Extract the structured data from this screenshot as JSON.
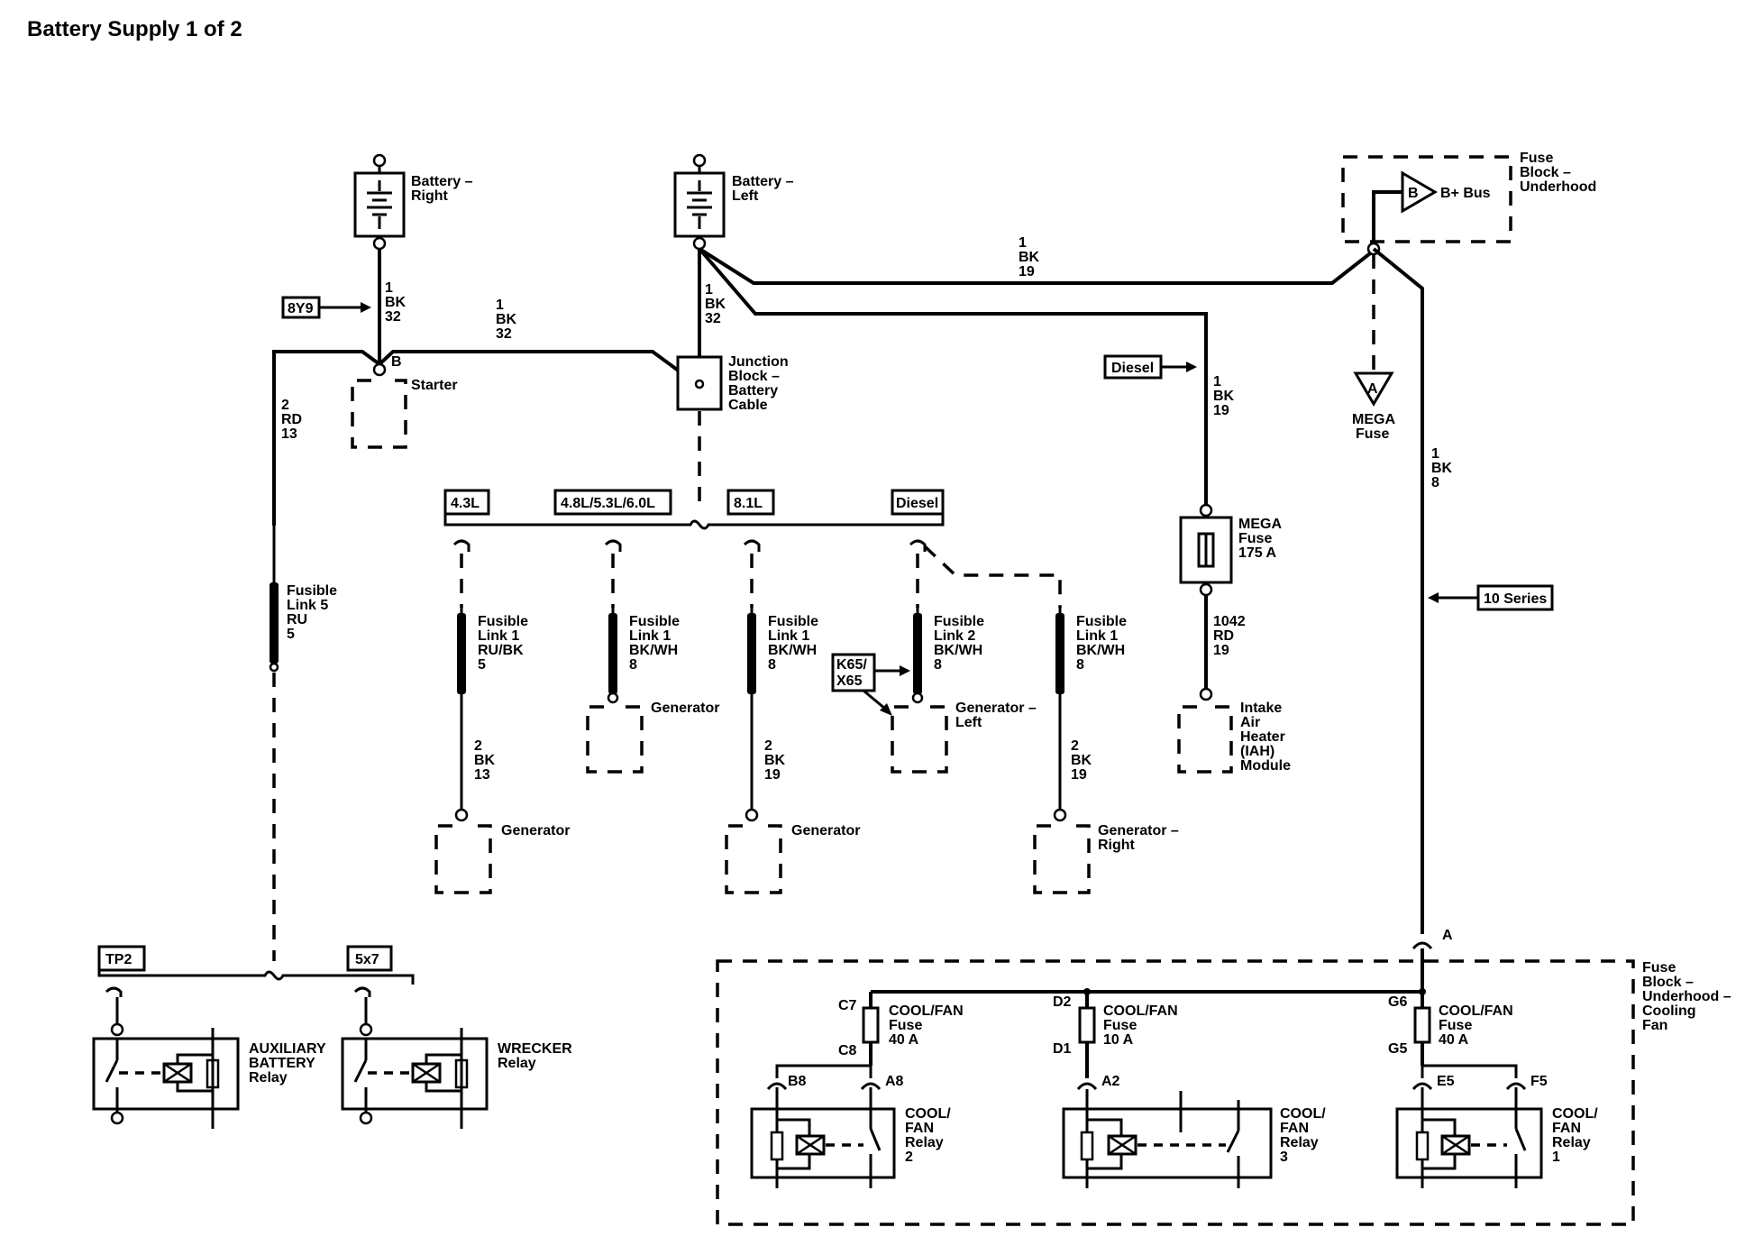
{
  "title": "Battery Supply 1 of 2",
  "batteries": {
    "right": [
      "Battery –",
      "Right"
    ],
    "left": [
      "Battery –",
      "Left"
    ]
  },
  "wires": {
    "batt_right_down": [
      "1",
      "BK",
      "32"
    ],
    "batt_right_to_junction": [
      "1",
      "BK",
      "32"
    ],
    "batt_left_down": [
      "1",
      "BK",
      "32"
    ],
    "batt_left_to_fuse_block": [
      "1",
      "BK",
      "19"
    ],
    "to_mega_fuse": [
      "1",
      "BK",
      "19"
    ],
    "starter_to_fusible_5": [
      "2",
      "RD",
      "13"
    ],
    "fuse_block_down": [
      "1",
      "BK",
      "8"
    ],
    "mega_to_iah": [
      "1042",
      "RD",
      "19"
    ],
    "gen_43": [
      "2",
      "BK",
      "13"
    ],
    "gen_81": [
      "2",
      "BK",
      "19"
    ],
    "gen_right": [
      "2",
      "BK",
      "19"
    ]
  },
  "refs": {
    "8y9": "8Y9",
    "diesel_ref": "Diesel",
    "ten_series": "10 Series",
    "k65_x65": [
      "K65/",
      "X65"
    ]
  },
  "starter": {
    "pin": "B",
    "label": "Starter"
  },
  "junction_block": [
    "Junction",
    "Block –",
    "Battery",
    "Cable"
  ],
  "fuse_block_underhood": [
    "Fuse",
    "Block –",
    "Underhood"
  ],
  "b_bus": {
    "letter": "B",
    "label": "B+ Bus"
  },
  "mega_connector": {
    "letter": "A",
    "label": [
      "MEGA",
      "Fuse"
    ]
  },
  "mega_fuse": [
    "MEGA",
    "Fuse",
    "175 A"
  ],
  "iah_module": [
    "Intake",
    "Air",
    "Heater",
    "(IAH)",
    "Module"
  ],
  "options": {
    "o43": "4.3L",
    "o48": "4.8L/5.3L/6.0L",
    "o81": "8.1L",
    "diesel": "Diesel"
  },
  "fusible_links": {
    "link5": [
      "Fusible",
      "Link 5",
      "RU",
      "5"
    ],
    "f43": [
      "Fusible",
      "Link 1",
      "RU/BK",
      "5"
    ],
    "f48": [
      "Fusible",
      "Link 1",
      "BK/WH",
      "8"
    ],
    "f81": [
      "Fusible",
      "Link 1",
      "BK/WH",
      "8"
    ],
    "fdl": [
      "Fusible",
      "Link 2",
      "BK/WH",
      "8"
    ],
    "fdr": [
      "Fusible",
      "Link 1",
      "BK/WH",
      "8"
    ]
  },
  "generators": {
    "g43": "Generator",
    "g48": "Generator",
    "g81": "Generator",
    "gleft": [
      "Generator –",
      "Left"
    ],
    "gright": [
      "Generator –",
      "Right"
    ]
  },
  "relay_options": {
    "tp2": "TP2",
    "x5x7": "5x7"
  },
  "aux_relay": [
    "AUXILIARY",
    "BATTERY",
    "Relay"
  ],
  "wrecker_relay": [
    "WRECKER",
    "Relay"
  ],
  "cooling_block": {
    "label": [
      "Fuse",
      "Block –",
      "Underhood –",
      "Cooling",
      "Fan"
    ],
    "entry_pin": "A",
    "fuses": [
      {
        "top": "C7",
        "bottom": "C8",
        "name": [
          "COOL/FAN",
          "Fuse",
          "40 A"
        ]
      },
      {
        "top": "D2",
        "bottom": "D1",
        "name": [
          "COOL/FAN",
          "Fuse",
          "10 A"
        ]
      },
      {
        "top": "G6",
        "bottom": "G5",
        "name": [
          "COOL/FAN",
          "Fuse",
          "40 A"
        ]
      }
    ],
    "relays": [
      {
        "pins": [
          "B8",
          "A8"
        ],
        "name": [
          "COOL/",
          "FAN",
          "Relay",
          "2"
        ]
      },
      {
        "pins": [
          "A2"
        ],
        "name": [
          "COOL/",
          "FAN",
          "Relay",
          "3"
        ]
      },
      {
        "pins": [
          "E5",
          "F5"
        ],
        "name": [
          "COOL/",
          "FAN",
          "Relay",
          "1"
        ]
      }
    ]
  }
}
